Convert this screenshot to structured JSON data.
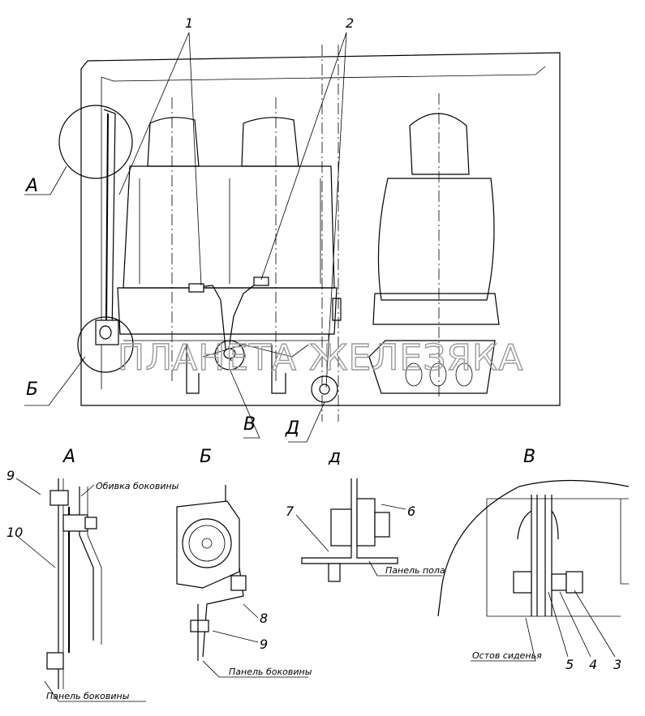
{
  "callouts": {
    "c1": "1",
    "c2": "2",
    "c3": "3",
    "c4": "4",
    "c5": "5",
    "c6": "6",
    "c7": "7",
    "c8": "8",
    "c9a": "9",
    "c9b": "9",
    "c10": "10"
  },
  "views": {
    "A_main": "А",
    "B_main": "Б",
    "V_main": "В",
    "D_main": "Д",
    "A_detail": "А",
    "B_detail": "Б",
    "D_detail": "д",
    "V_detail": "В"
  },
  "notes": {
    "side_trim": "Обивка боковины",
    "side_panel_a": "Панель боковины",
    "side_panel_b": "Панель боковины",
    "floor_panel": "Панель пола",
    "seat_frame": "Остов сиденья"
  },
  "watermark": "ПЛАНЕТА ЖЕЛЕЗЯКА"
}
